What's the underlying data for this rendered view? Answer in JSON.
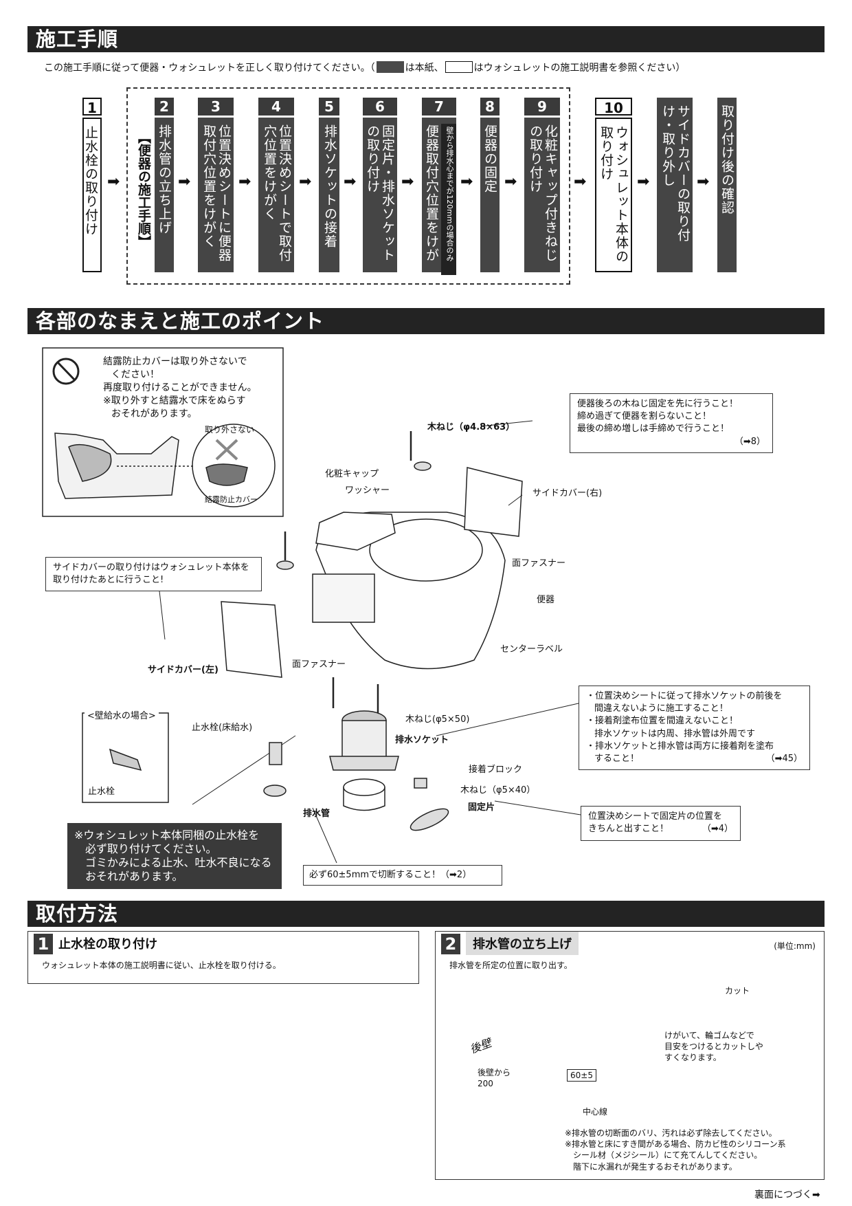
{
  "section1_title": "施工手順",
  "intro": {
    "part1": "この施工手順に従って便器・ウォシュレットを正しく取り付けてください。（",
    "part2": "は本紙、",
    "part3": "はウォシュレットの施工説明書を参照ください）"
  },
  "procedure_label": "【便器の施工手順】",
  "steps": [
    {
      "num": "1",
      "text": "止水栓の取り付け"
    },
    {
      "num": "2",
      "text": "排水管の立ち上げ"
    },
    {
      "num": "3",
      "text": "位置決めシートに便器取付穴位置をけがく"
    },
    {
      "num": "4",
      "text": "位置決めシートで取付穴位置をけがく"
    },
    {
      "num": "5",
      "text": "排水ソケットの接着"
    },
    {
      "num": "6",
      "text": "固定片・排水ソケットの取り付け"
    },
    {
      "num": "7",
      "text": "便器取付穴位置をけがく"
    },
    {
      "num": "8",
      "text": "便器の固定"
    },
    {
      "num": "9",
      "text": "化粧キャップ付きねじの取り付け"
    },
    {
      "num": "10",
      "text": "ウォシュレット本体の取り付け"
    },
    {
      "num": "",
      "text": "サイドカバーの取り付け・取り外し"
    },
    {
      "num": "",
      "text": "取り付け後の確認"
    }
  ],
  "step7_note": "壁から排水心までが120mmの場合のみ",
  "arrow_glyph": "➡",
  "section2_title": "各部のなまえと施工のポイント",
  "warning": {
    "text1": "結露防止カバーは取り外さないで",
    "text2": "ください！",
    "text3": "再度取り付けることができません。",
    "text4": "※取り外すと結露水で床をぬらす",
    "text5": "おそれがあります。",
    "magnify_label": "取り外さない",
    "cover_label": "結露防止カバー"
  },
  "callout_screw": {
    "line1": "便器後ろの木ねじ固定を先に行うこと！",
    "line2": "締め過ぎて便器を割らないこと！",
    "line3": "最後の締め増しは手締めで行うこと！",
    "ref": "（➡8）"
  },
  "callout_sidecover": {
    "line1": "サイドカバーの取り付けはウォシュレット本体を",
    "line2": "取り付けたあとに行うこと!"
  },
  "callout_socket": {
    "line1": "・位置決めシートに従って排水ソケットの前後を",
    "line2": "間違えないように施工すること！",
    "line3": "・接着剤塗布位置を間違えないこと！",
    "line4": "排水ソケットは内周、排水管は外周です",
    "line5": "・排水ソケットと排水管は両方に接着剤を塗布",
    "line6": "すること！",
    "ref": "（➡45）"
  },
  "callout_fixing": {
    "line1": "位置決めシートで固定片の位置を",
    "line2": "きちんと出すこと！",
    "ref": "（➡4）"
  },
  "callout_pipe": "必ず60±5mmで切断すること！（➡2）",
  "grey_note": {
    "line1": "※ウォシュレット本体同梱の止水栓を",
    "line2": "必ず取り付けてください。",
    "line3": "ゴミかみによる止水、吐水不良になる",
    "line4": "おそれがあります。"
  },
  "labels": {
    "wood_screw_top": "木ねじ（φ4.8×63）",
    "cap": "化粧キャップ",
    "washer": "ワッシャー",
    "side_cover_right": "サイドカバー(右)",
    "fastener1": "面ファスナー",
    "toilet": "便器",
    "center_label": "センターラベル",
    "fastener2": "面ファスナー",
    "side_cover_left": "サイドカバー(左)",
    "wall_supply": "<壁給水の場合>",
    "stop_valve": "止水栓",
    "stop_valve_floor": "止水栓(床給水)",
    "wood_screw_mid": "木ねじ(φ5×50)",
    "socket": "排水ソケット",
    "adhesive_block": "接着ブロック",
    "wood_screw_small": "木ねじ（φ5×40）",
    "fixing_piece": "固定片",
    "drain_pipe": "排水管"
  },
  "section3_title": "取付方法",
  "inst1": {
    "num": "1",
    "title": "止水栓の取り付け",
    "body": "ウォシュレット本体の施工説明書に従い、止水栓を取り付ける。"
  },
  "inst2": {
    "num": "2",
    "title": "排水管の立ち上げ",
    "unit": "(単位:mm)",
    "body": "排水管を所定の位置に取り出す。",
    "cut_label": "カット",
    "cut_note1": "けがいて、輪ゴムなどで",
    "cut_note2": "目安をつけるとカットしや",
    "cut_note3": "すくなります。",
    "rear_wall": "後壁",
    "from_wall1": "後壁から",
    "from_wall2": "200",
    "height": "60±5",
    "center_line": "中心線",
    "note1": "※排水管の切断面のバリ、汚れは必ず除去してください。",
    "note2a": "※排水管と床にすき間がある場合、防カビ性のシリコーン系",
    "note2b": "シール材（メジシール）にて充てんしてください。",
    "note2c": "階下に水漏れが発生するおそれがあります。"
  },
  "footer": "裏面につづく➡"
}
